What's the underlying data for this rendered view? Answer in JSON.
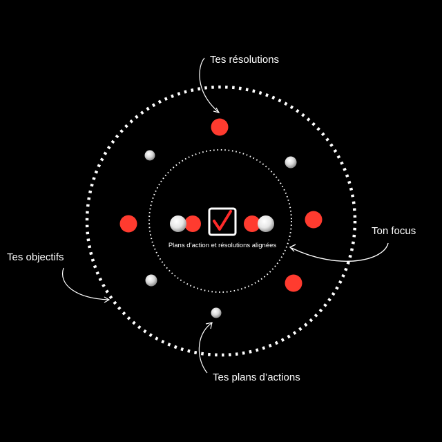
{
  "labels": {
    "resolutions": "Tes résolutions",
    "focus": "Ton focus",
    "objectives": "Tes objectifs",
    "action_plans": "Tes plans d’actions",
    "center_caption": "Plans d’action et résolutions alignées"
  },
  "icons": {
    "center": "checkmark-icon"
  },
  "colors": {
    "background": "#000000",
    "resolution_dot": "#ff3b2f",
    "action_dot": "#d8d8d8",
    "check": "#ff2a2a",
    "line": "#ffffff"
  }
}
